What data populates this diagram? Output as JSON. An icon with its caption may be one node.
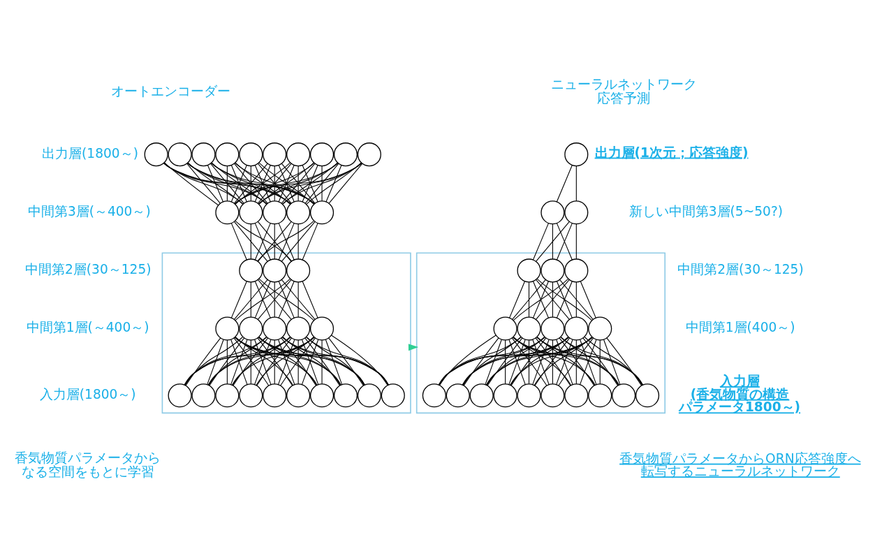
{
  "diagram": {
    "nodes": [
      {
        "text": [],
        "shape": "box"
      },
      {
        "text": [],
        "shape": "box"
      },
      {
        "text": [],
        "shape": "circle"
      },
      {
        "text": [],
        "shape": "circle"
      },
      {
        "text": [],
        "shape": "circle"
      },
      {
        "text": [],
        "shape": "circle"
      },
      {
        "text": [],
        "shape": "circle"
      },
      {
        "text": [],
        "shape": "circle"
      },
      {
        "text": [],
        "shape": "circle"
      },
      {
        "text": [],
        "shape": "circle"
      },
      {
        "text": [],
        "shape": "circle"
      },
      {
        "text": [],
        "shape": "circle"
      },
      {
        "text": [],
        "shape": "circle"
      },
      {
        "text": [],
        "shape": "circle"
      },
      {
        "text": [],
        "shape": "circle"
      },
      {
        "text": [],
        "shape": "circle"
      },
      {
        "text": [],
        "shape": "circle"
      },
      {
        "text": [],
        "shape": "circle",
        "in": 0
      },
      {
        "text": [],
        "shape": "circle",
        "in": 0
      },
      {
        "text": [],
        "shape": "circle",
        "in": 0
      },
      {
        "text": [],
        "shape": "circle",
        "in": 0
      },
      {
        "text": [],
        "shape": "circle",
        "in": 0
      },
      {
        "text": [],
        "shape": "circle",
        "in": 0
      },
      {
        "text": [],
        "shape": "circle",
        "in": 0
      },
      {
        "text": [],
        "shape": "circle",
        "in": 0
      },
      {
        "text": [],
        "shape": "circle",
        "in": 0
      },
      {
        "text": [],
        "shape": "circle",
        "in": 0
      },
      {
        "text": [],
        "shape": "circle",
        "in": 0
      },
      {
        "text": [],
        "shape": "circle",
        "in": 0
      },
      {
        "text": [],
        "shape": "circle",
        "in": 0
      },
      {
        "text": [],
        "shape": "circle",
        "in": 0
      },
      {
        "text": [],
        "shape": "circle",
        "in": 0
      },
      {
        "text": [],
        "shape": "circle",
        "in": 0
      },
      {
        "text": [],
        "shape": "circle",
        "in": 0
      },
      {
        "text": [],
        "shape": "circle",
        "in": 0
      },
      {
        "text": [],
        "shape": "circle"
      },
      {
        "text": [],
        "shape": "circle"
      },
      {
        "text": [],
        "shape": "circle"
      },
      {
        "text": [],
        "shape": "circle",
        "in": 1
      },
      {
        "text": [],
        "shape": "circle",
        "in": 1
      },
      {
        "text": [],
        "shape": "circle",
        "in": 1
      },
      {
        "text": [],
        "shape": "circle",
        "in": 1
      },
      {
        "text": [],
        "shape": "circle",
        "in": 1
      },
      {
        "text": [],
        "shape": "circle",
        "in": 1
      },
      {
        "text": [],
        "shape": "circle",
        "in": 1
      },
      {
        "text": [],
        "shape": "circle",
        "in": 1
      },
      {
        "text": [],
        "shape": "circle",
        "in": 1
      },
      {
        "text": [],
        "shape": "circle",
        "in": 1
      },
      {
        "text": [],
        "shape": "circle",
        "in": 1
      },
      {
        "text": [],
        "shape": "circle",
        "in": 1
      },
      {
        "text": [],
        "shape": "circle",
        "in": 1
      },
      {
        "text": [],
        "shape": "circle",
        "in": 1
      },
      {
        "text": [],
        "shape": "circle",
        "in": 1
      },
      {
        "text": [],
        "shape": "circle",
        "in": 1
      },
      {
        "text": [],
        "shape": "circle",
        "in": 1
      },
      {
        "text": [],
        "shape": "circle",
        "in": 1
      }
    ],
    "edges": [
      {
        "from": 2,
        "to": 12,
        "arrow": "none"
      },
      {
        "from": 2,
        "to": 13,
        "arrow": "none"
      },
      {
        "from": 2,
        "to": 14,
        "arrow": "none"
      },
      {
        "from": 2,
        "to": 15,
        "arrow": "none"
      },
      {
        "from": 2,
        "to": 16,
        "arrow": "none"
      },
      {
        "from": 3,
        "to": 12,
        "arrow": "none"
      },
      {
        "from": 3,
        "to": 13,
        "arrow": "none"
      },
      {
        "from": 3,
        "to": 14,
        "arrow": "none"
      },
      {
        "from": 3,
        "to": 15,
        "arrow": "none"
      },
      {
        "from": 3,
        "to": 16,
        "arrow": "none"
      },
      {
        "from": 4,
        "to": 12,
        "arrow": "none"
      },
      {
        "from": 4,
        "to": 13,
        "arrow": "none"
      },
      {
        "from": 4,
        "to": 14,
        "arrow": "none"
      },
      {
        "from": 4,
        "to": 15,
        "arrow": "none"
      },
      {
        "from": 4,
        "to": 16,
        "arrow": "none"
      },
      {
        "from": 5,
        "to": 12,
        "arrow": "none"
      },
      {
        "from": 5,
        "to": 13,
        "arrow": "none"
      },
      {
        "from": 5,
        "to": 14,
        "arrow": "none"
      },
      {
        "from": 5,
        "to": 15,
        "arrow": "none"
      },
      {
        "from": 5,
        "to": 16,
        "arrow": "none"
      },
      {
        "from": 6,
        "to": 12,
        "arrow": "none"
      },
      {
        "from": 6,
        "to": 13,
        "arrow": "none"
      },
      {
        "from": 6,
        "to": 14,
        "arrow": "none"
      },
      {
        "from": 6,
        "to": 15,
        "arrow": "none"
      },
      {
        "from": 6,
        "to": 16,
        "arrow": "none"
      },
      {
        "from": 7,
        "to": 12,
        "arrow": "none"
      },
      {
        "from": 7,
        "to": 13,
        "arrow": "none"
      },
      {
        "from": 7,
        "to": 14,
        "arrow": "none"
      },
      {
        "from": 7,
        "to": 15,
        "arrow": "none"
      },
      {
        "from": 7,
        "to": 16,
        "arrow": "none"
      },
      {
        "from": 8,
        "to": 12,
        "arrow": "none"
      },
      {
        "from": 8,
        "to": 13,
        "arrow": "none"
      },
      {
        "from": 8,
        "to": 14,
        "arrow": "none"
      },
      {
        "from": 8,
        "to": 15,
        "arrow": "none"
      },
      {
        "from": 8,
        "to": 16,
        "arrow": "none"
      },
      {
        "from": 9,
        "to": 12,
        "arrow": "none"
      },
      {
        "from": 9,
        "to": 13,
        "arrow": "none"
      },
      {
        "from": 9,
        "to": 14,
        "arrow": "none"
      },
      {
        "from": 9,
        "to": 15,
        "arrow": "none"
      },
      {
        "from": 9,
        "to": 16,
        "arrow": "none"
      },
      {
        "from": 10,
        "to": 12,
        "arrow": "none"
      },
      {
        "from": 10,
        "to": 13,
        "arrow": "none"
      },
      {
        "from": 10,
        "to": 14,
        "arrow": "none"
      },
      {
        "from": 10,
        "to": 15,
        "arrow": "none"
      },
      {
        "from": 10,
        "to": 16,
        "arrow": "none"
      },
      {
        "from": 11,
        "to": 12,
        "arrow": "none"
      },
      {
        "from": 11,
        "to": 13,
        "arrow": "none"
      },
      {
        "from": 11,
        "to": 14,
        "arrow": "none"
      },
      {
        "from": 11,
        "to": 15,
        "arrow": "none"
      },
      {
        "from": 11,
        "to": 16,
        "arrow": "none"
      },
      {
        "from": 12,
        "to": 17,
        "arrow": "none"
      },
      {
        "from": 12,
        "to": 18,
        "arrow": "none"
      },
      {
        "from": 12,
        "to": 19,
        "arrow": "none"
      },
      {
        "from": 13,
        "to": 17,
        "arrow": "none"
      },
      {
        "from": 13,
        "to": 18,
        "arrow": "none"
      },
      {
        "from": 13,
        "to": 19,
        "arrow": "none"
      },
      {
        "from": 14,
        "to": 17,
        "arrow": "none"
      },
      {
        "from": 14,
        "to": 18,
        "arrow": "none"
      },
      {
        "from": 14,
        "to": 19,
        "arrow": "none"
      },
      {
        "from": 15,
        "to": 17,
        "arrow": "none"
      },
      {
        "from": 15,
        "to": 18,
        "arrow": "none"
      },
      {
        "from": 15,
        "to": 19,
        "arrow": "none"
      },
      {
        "from": 16,
        "to": 17,
        "arrow": "none"
      },
      {
        "from": 16,
        "to": 18,
        "arrow": "none"
      },
      {
        "from": 16,
        "to": 19,
        "arrow": "none"
      },
      {
        "from": 17,
        "to": 20,
        "arrow": "none"
      },
      {
        "from": 17,
        "to": 21,
        "arrow": "none"
      },
      {
        "from": 17,
        "to": 22,
        "arrow": "none"
      },
      {
        "from": 17,
        "to": 23,
        "arrow": "none"
      },
      {
        "from": 17,
        "to": 24,
        "arrow": "none"
      },
      {
        "from": 18,
        "to": 20,
        "arrow": "none"
      },
      {
        "from": 18,
        "to": 21,
        "arrow": "none"
      },
      {
        "from": 18,
        "to": 22,
        "arrow": "none"
      },
      {
        "from": 18,
        "to": 23,
        "arrow": "none"
      },
      {
        "from": 18,
        "to": 24,
        "arrow": "none"
      },
      {
        "from": 19,
        "to": 20,
        "arrow": "none"
      },
      {
        "from": 19,
        "to": 21,
        "arrow": "none"
      },
      {
        "from": 19,
        "to": 22,
        "arrow": "none"
      },
      {
        "from": 19,
        "to": 23,
        "arrow": "none"
      },
      {
        "from": 19,
        "to": 24,
        "arrow": "none"
      },
      {
        "from": 20,
        "to": 25,
        "arrow": "none"
      },
      {
        "from": 20,
        "to": 26,
        "arrow": "none"
      },
      {
        "from": 20,
        "to": 27,
        "arrow": "none"
      },
      {
        "from": 20,
        "to": 28,
        "arrow": "none"
      },
      {
        "from": 20,
        "to": 29,
        "arrow": "none"
      },
      {
        "from": 20,
        "to": 30,
        "arrow": "none"
      },
      {
        "from": 20,
        "to": 31,
        "arrow": "none"
      },
      {
        "from": 20,
        "to": 32,
        "arrow": "none"
      },
      {
        "from": 20,
        "to": 33,
        "arrow": "none"
      },
      {
        "from": 20,
        "to": 34,
        "arrow": "none"
      },
      {
        "from": 21,
        "to": 25,
        "arrow": "none"
      },
      {
        "from": 21,
        "to": 26,
        "arrow": "none"
      },
      {
        "from": 21,
        "to": 27,
        "arrow": "none"
      },
      {
        "from": 21,
        "to": 28,
        "arrow": "none"
      },
      {
        "from": 21,
        "to": 29,
        "arrow": "none"
      },
      {
        "from": 21,
        "to": 30,
        "arrow": "none"
      },
      {
        "from": 21,
        "to": 31,
        "arrow": "none"
      },
      {
        "from": 21,
        "to": 32,
        "arrow": "none"
      },
      {
        "from": 21,
        "to": 33,
        "arrow": "none"
      },
      {
        "from": 21,
        "to": 34,
        "arrow": "none"
      },
      {
        "from": 22,
        "to": 25,
        "arrow": "none"
      },
      {
        "from": 22,
        "to": 26,
        "arrow": "none"
      },
      {
        "from": 22,
        "to": 27,
        "arrow": "none"
      },
      {
        "from": 22,
        "to": 28,
        "arrow": "none"
      },
      {
        "from": 22,
        "to": 29,
        "arrow": "none"
      },
      {
        "from": 22,
        "to": 30,
        "arrow": "none"
      },
      {
        "from": 22,
        "to": 31,
        "arrow": "none"
      },
      {
        "from": 22,
        "to": 32,
        "arrow": "none"
      },
      {
        "from": 22,
        "to": 33,
        "arrow": "none"
      },
      {
        "from": 22,
        "to": 34,
        "arrow": "none"
      },
      {
        "from": 23,
        "to": 25,
        "arrow": "none"
      },
      {
        "from": 23,
        "to": 26,
        "arrow": "none"
      },
      {
        "from": 23,
        "to": 27,
        "arrow": "none"
      },
      {
        "from": 23,
        "to": 28,
        "arrow": "none"
      },
      {
        "from": 23,
        "to": 29,
        "arrow": "none"
      },
      {
        "from": 23,
        "to": 30,
        "arrow": "none"
      },
      {
        "from": 23,
        "to": 31,
        "arrow": "none"
      },
      {
        "from": 23,
        "to": 32,
        "arrow": "none"
      },
      {
        "from": 23,
        "to": 33,
        "arrow": "none"
      },
      {
        "from": 23,
        "to": 34,
        "arrow": "none"
      },
      {
        "from": 24,
        "to": 25,
        "arrow": "none"
      },
      {
        "from": 24,
        "to": 26,
        "arrow": "none"
      },
      {
        "from": 24,
        "to": 27,
        "arrow": "none"
      },
      {
        "from": 24,
        "to": 28,
        "arrow": "none"
      },
      {
        "from": 24,
        "to": 29,
        "arrow": "none"
      },
      {
        "from": 24,
        "to": 30,
        "arrow": "none"
      },
      {
        "from": 24,
        "to": 31,
        "arrow": "none"
      },
      {
        "from": 24,
        "to": 32,
        "arrow": "none"
      },
      {
        "from": 24,
        "to": 33,
        "arrow": "none"
      },
      {
        "from": 24,
        "to": 34,
        "arrow": "none"
      },
      {
        "from": 35,
        "to": 36,
        "arrow": "none"
      },
      {
        "from": 35,
        "to": 37,
        "arrow": "none"
      },
      {
        "from": 36,
        "to": 38,
        "arrow": "none"
      },
      {
        "from": 36,
        "to": 39,
        "arrow": "none"
      },
      {
        "from": 36,
        "to": 40,
        "arrow": "none"
      },
      {
        "from": 37,
        "to": 38,
        "arrow": "none"
      },
      {
        "from": 37,
        "to": 39,
        "arrow": "none"
      },
      {
        "from": 37,
        "to": 40,
        "arrow": "none"
      },
      {
        "from": 38,
        "to": 41,
        "arrow": "none"
      },
      {
        "from": 38,
        "to": 42,
        "arrow": "none"
      },
      {
        "from": 38,
        "to": 43,
        "arrow": "none"
      },
      {
        "from": 38,
        "to": 44,
        "arrow": "none"
      },
      {
        "from": 38,
        "to": 45,
        "arrow": "none"
      },
      {
        "from": 39,
        "to": 41,
        "arrow": "none"
      },
      {
        "from": 39,
        "to": 42,
        "arrow": "none"
      },
      {
        "from": 39,
        "to": 43,
        "arrow": "none"
      },
      {
        "from": 39,
        "to": 44,
        "arrow": "none"
      },
      {
        "from": 39,
        "to": 45,
        "arrow": "none"
      },
      {
        "from": 40,
        "to": 41,
        "arrow": "none"
      },
      {
        "from": 40,
        "to": 42,
        "arrow": "none"
      },
      {
        "from": 40,
        "to": 43,
        "arrow": "none"
      },
      {
        "from": 40,
        "to": 44,
        "arrow": "none"
      },
      {
        "from": 40,
        "to": 45,
        "arrow": "none"
      },
      {
        "from": 41,
        "to": 46,
        "arrow": "none"
      },
      {
        "from": 41,
        "to": 47,
        "arrow": "none"
      },
      {
        "from": 41,
        "to": 48,
        "arrow": "none"
      },
      {
        "from": 41,
        "to": 49,
        "arrow": "none"
      },
      {
        "from": 41,
        "to": 50,
        "arrow": "none"
      },
      {
        "from": 41,
        "to": 51,
        "arrow": "none"
      },
      {
        "from": 41,
        "to": 52,
        "arrow": "none"
      },
      {
        "from": 41,
        "to": 53,
        "arrow": "none"
      },
      {
        "from": 41,
        "to": 54,
        "arrow": "none"
      },
      {
        "from": 41,
        "to": 55,
        "arrow": "none"
      },
      {
        "from": 42,
        "to": 46,
        "arrow": "none"
      },
      {
        "from": 42,
        "to": 47,
        "arrow": "none"
      },
      {
        "from": 42,
        "to": 48,
        "arrow": "none"
      },
      {
        "from": 42,
        "to": 49,
        "arrow": "none"
      },
      {
        "from": 42,
        "to": 50,
        "arrow": "none"
      },
      {
        "from": 42,
        "to": 51,
        "arrow": "none"
      },
      {
        "from": 42,
        "to": 52,
        "arrow": "none"
      },
      {
        "from": 42,
        "to": 53,
        "arrow": "none"
      },
      {
        "from": 42,
        "to": 54,
        "arrow": "none"
      },
      {
        "from": 42,
        "to": 55,
        "arrow": "none"
      },
      {
        "from": 43,
        "to": 46,
        "arrow": "none"
      },
      {
        "from": 43,
        "to": 47,
        "arrow": "none"
      },
      {
        "from": 43,
        "to": 48,
        "arrow": "none"
      },
      {
        "from": 43,
        "to": 49,
        "arrow": "none"
      },
      {
        "from": 43,
        "to": 50,
        "arrow": "none"
      },
      {
        "from": 43,
        "to": 51,
        "arrow": "none"
      },
      {
        "from": 43,
        "to": 52,
        "arrow": "none"
      },
      {
        "from": 43,
        "to": 53,
        "arrow": "none"
      },
      {
        "from": 43,
        "to": 54,
        "arrow": "none"
      },
      {
        "from": 43,
        "to": 55,
        "arrow": "none"
      },
      {
        "from": 44,
        "to": 46,
        "arrow": "none"
      },
      {
        "from": 44,
        "to": 47,
        "arrow": "none"
      },
      {
        "from": 44,
        "to": 48,
        "arrow": "none"
      },
      {
        "from": 44,
        "to": 49,
        "arrow": "none"
      },
      {
        "from": 44,
        "to": 50,
        "arrow": "none"
      },
      {
        "from": 44,
        "to": 51,
        "arrow": "none"
      },
      {
        "from": 44,
        "to": 52,
        "arrow": "none"
      },
      {
        "from": 44,
        "to": 53,
        "arrow": "none"
      },
      {
        "from": 44,
        "to": 54,
        "arrow": "none"
      },
      {
        "from": 44,
        "to": 55,
        "arrow": "none"
      },
      {
        "from": 45,
        "to": 46,
        "arrow": "none"
      },
      {
        "from": 45,
        "to": 47,
        "arrow": "none"
      },
      {
        "from": 45,
        "to": 48,
        "arrow": "none"
      },
      {
        "from": 45,
        "to": 49,
        "arrow": "none"
      },
      {
        "from": 45,
        "to": 50,
        "arrow": "none"
      },
      {
        "from": 45,
        "to": 51,
        "arrow": "none"
      },
      {
        "from": 45,
        "to": 52,
        "arrow": "none"
      },
      {
        "from": 45,
        "to": 53,
        "arrow": "none"
      },
      {
        "from": 45,
        "to": 54,
        "arrow": "none"
      },
      {
        "from": 45,
        "to": 55,
        "arrow": "none"
      },
      {
        "from": 0,
        "to": 1,
        "arrow": "to",
        "color": "#2fcf94"
      }
    ],
    "labels": [
      "オートエンコーダー",
      "ニューラルネットワーク応答予測",
      "出力層(1800～)",
      "出力層(1次元；応答強度)",
      "中間第3層(～400～)",
      "新しい中間第3層(5~50?)",
      "中間第2層(30～125)",
      "中間第2層(30～125)",
      "中間第1層(～400～)",
      "中間第1層(400～)",
      "入力層(1800～)",
      "入力層(香気物質の構造パラメータ1800～)",
      "香気物質パラメータからなる空間をもとに学習",
      "香気物質パラメータからORN応答強度へ転写するニューラルネットワーク"
    ]
  }
}
